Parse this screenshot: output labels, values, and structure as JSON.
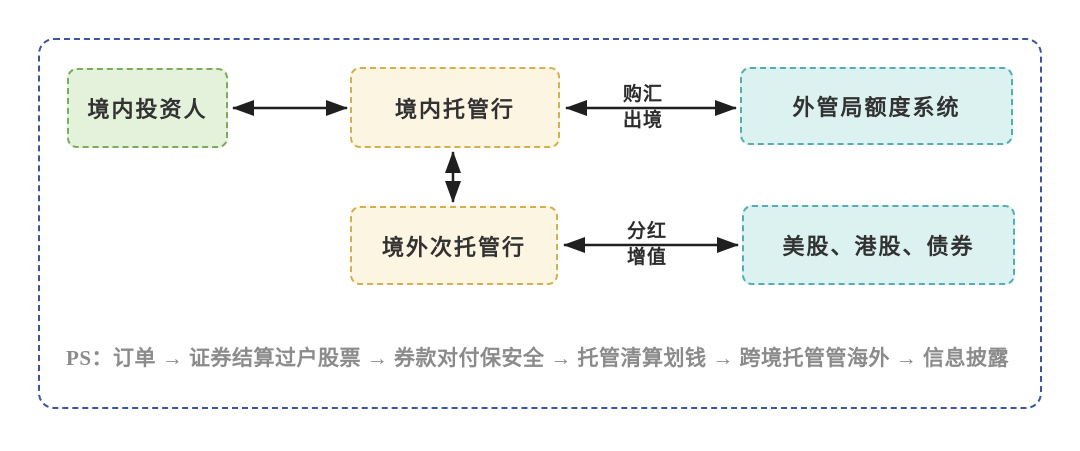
{
  "diagram": {
    "frame_color": "#3b55a0",
    "background": "#ffffff",
    "arrow_color": "#1f1f1f",
    "text_color": "#323232",
    "note_color": "#8b8b8b",
    "nodes": [
      {
        "id": "domestic-investor",
        "label": "境内投资人",
        "fill": "#e5f2db",
        "stroke": "#7bab5e"
      },
      {
        "id": "domestic-custodian",
        "label": "境内托管行",
        "fill": "#fcf5e2",
        "stroke": "#d3b150"
      },
      {
        "id": "safe-quota-system",
        "label": "外管局额度系统",
        "fill": "#dcf2f0",
        "stroke": "#52aeb2"
      },
      {
        "id": "overseas-subcustodian",
        "label": "境外次托管行",
        "fill": "#fcf5e2",
        "stroke": "#d3b150"
      },
      {
        "id": "overseas-assets",
        "label": "美股、港股、债券",
        "fill": "#dcf2f0",
        "stroke": "#52aeb2"
      }
    ],
    "edges": [
      {
        "from": "domestic-investor",
        "to": "domestic-custodian",
        "type": "double-arrow"
      },
      {
        "from": "domestic-custodian",
        "to": "safe-quota-system",
        "type": "double-arrow",
        "label_line1": "购汇",
        "label_line2": "出境"
      },
      {
        "from": "domestic-custodian",
        "to": "overseas-subcustodian",
        "type": "double-arrow"
      },
      {
        "from": "overseas-subcustodian",
        "to": "overseas-assets",
        "type": "double-arrow",
        "label_line1": "分红",
        "label_line2": "增值"
      }
    ],
    "note": "PS：订单 → 证券结算过户股票 → 券款对付保安全 → 托管清算划钱 → 跨境托管管海外 → 信息披露"
  }
}
